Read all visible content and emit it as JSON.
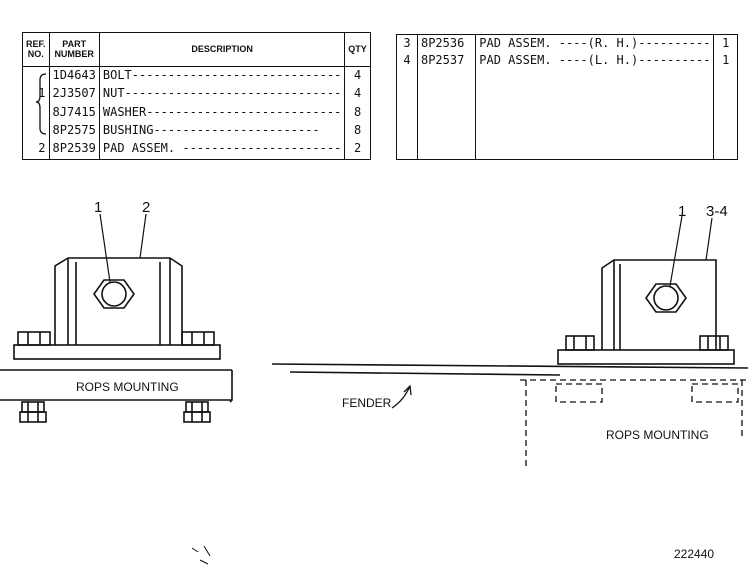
{
  "left_table": {
    "headers": {
      "ref": "REF. NO.",
      "part": "PART NUMBER",
      "desc": "DESCRIPTION",
      "qty": "QTY"
    },
    "rows": [
      {
        "ref": "",
        "part": "1D4643",
        "desc": "BOLT-----------------------------",
        "qty": "4"
      },
      {
        "ref": "1",
        "part": "2J3507",
        "desc": "NUT------------------------------",
        "qty": "4"
      },
      {
        "ref": "",
        "part": "8J7415",
        "desc": "WASHER---------------------------",
        "qty": "8"
      },
      {
        "ref": "",
        "part": "8P2575",
        "desc": "BUSHING-----------------------",
        "qty": "8"
      },
      {
        "ref": "2",
        "part": "8P2539",
        "desc": "PAD ASSEM. ----------------------",
        "qty": "2"
      }
    ]
  },
  "right_table": {
    "rows": [
      {
        "ref": "3",
        "part": "8P2536",
        "desc": "PAD ASSEM. ----(R. H.)----------",
        "qty": "1"
      },
      {
        "ref": "4",
        "part": "8P2537",
        "desc": "PAD ASSEM. ----(L. H.)----------",
        "qty": "1"
      }
    ]
  },
  "drawing": {
    "callout_left_1": "1",
    "callout_left_2": "2",
    "callout_right_1": "1",
    "callout_right_34": "3-4",
    "rops_left": "ROPS MOUNTING",
    "rops_right": "ROPS MOUNTING",
    "fender": "FENDER",
    "drawing_number": "222440"
  }
}
